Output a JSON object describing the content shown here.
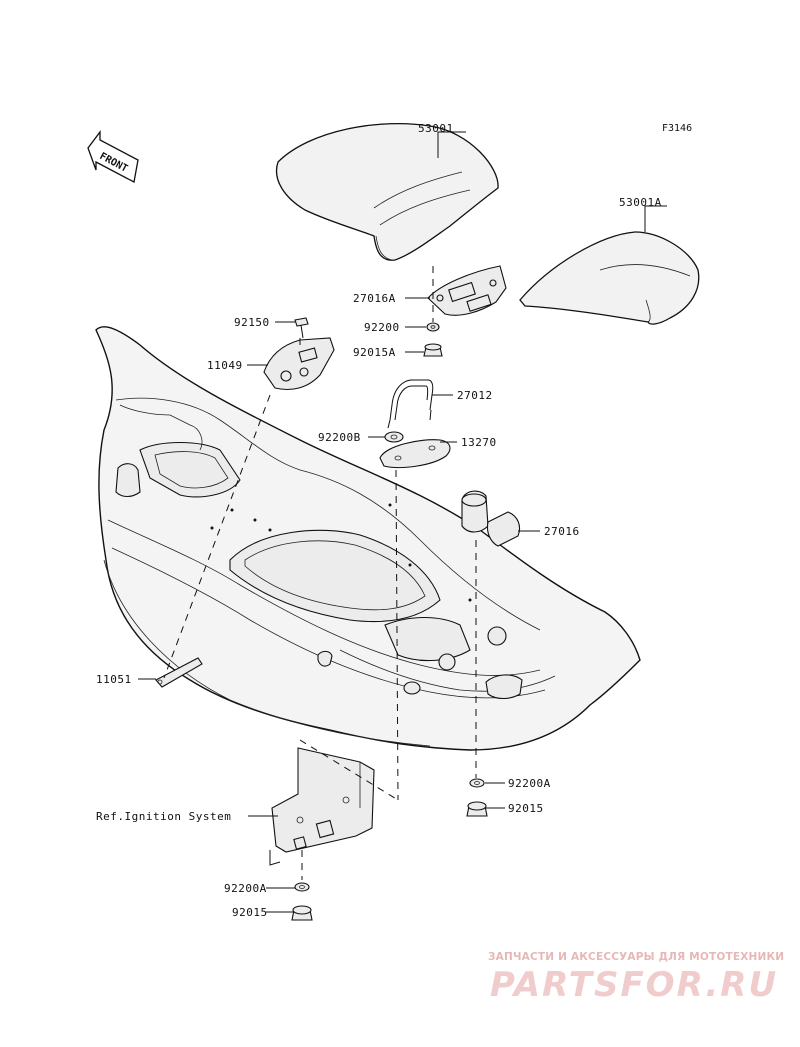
{
  "figure_code": "F3146",
  "front_label": "FRONT",
  "parts": {
    "p53001": "53001",
    "p53001A": "53001A",
    "p27016A": "27016A",
    "p92200": "92200",
    "p92015A": "92015A",
    "p92150": "92150",
    "p11049": "11049",
    "p27012": "27012",
    "p92200B": "92200B",
    "p13270": "13270",
    "p27016": "27016",
    "p11051": "11051",
    "p92200A_right": "92200A",
    "p92015_right": "92015",
    "p92200A_bottom": "92200A",
    "p92015_bottom": "92015"
  },
  "reference_label": "Ref.Ignition System",
  "watermark": {
    "tagline": "ЗАПЧАСТИ И АКСЕССУАРЫ ДЛЯ МОТОТЕХНИКИ",
    "brand": "PARTSFOR.RU"
  }
}
